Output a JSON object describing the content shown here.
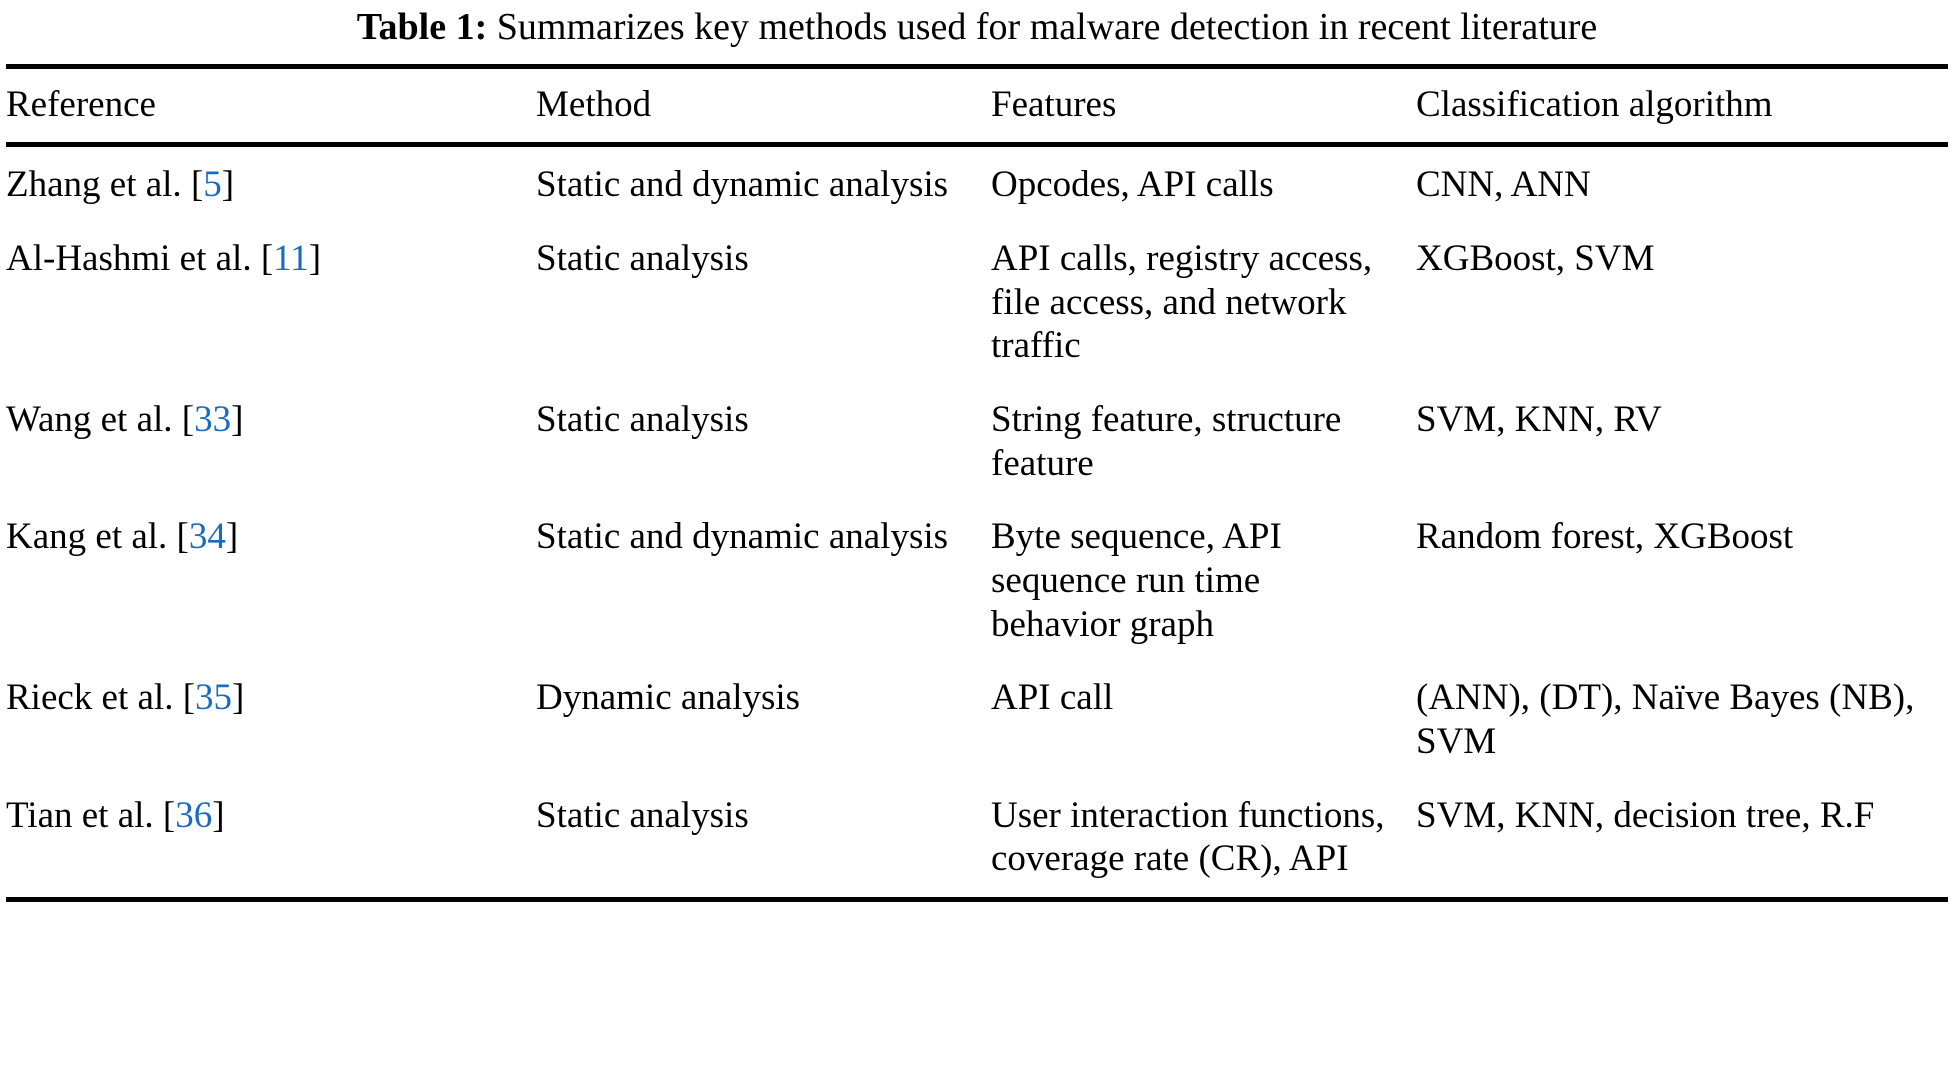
{
  "caption": {
    "label": "Table 1:",
    "text": "Summarizes key methods used for malware detection in recent literature"
  },
  "colors": {
    "citation_link": "#1a6bbf",
    "text": "#000000",
    "rule": "#000000",
    "background": "#ffffff"
  },
  "table": {
    "headers": [
      {
        "label": "Reference"
      },
      {
        "label": "Method"
      },
      {
        "label": "Features"
      },
      {
        "label": "Classification algorithm"
      }
    ],
    "rows": [
      {
        "reference_author": "Zhang et al. ",
        "reference_bracket_open": "[",
        "reference_cite": "5",
        "reference_bracket_close": "]",
        "method": "Static and dynamic analysis",
        "features": "Opcodes, API calls",
        "classification": "CNN, ANN"
      },
      {
        "reference_author": "Al-Hashmi et al. ",
        "reference_bracket_open": "[",
        "reference_cite": "11",
        "reference_bracket_close": "]",
        "method": "Static analysis",
        "features": "API calls, registry access, file access, and network traffic",
        "classification": "XGBoost, SVM"
      },
      {
        "reference_author": "Wang et al. ",
        "reference_bracket_open": "[",
        "reference_cite": "33",
        "reference_bracket_close": "]",
        "method": "Static analysis",
        "features": "String feature, structure feature",
        "classification": "SVM, KNN, RV"
      },
      {
        "reference_author": "Kang et al. ",
        "reference_bracket_open": "[",
        "reference_cite": "34",
        "reference_bracket_close": "]",
        "method": "Static and dynamic analysis",
        "features": "Byte sequence, API sequence run time behavior graph",
        "classification": "Random forest, XGBoost"
      },
      {
        "reference_author": "Rieck et al. ",
        "reference_bracket_open": "[",
        "reference_cite": "35",
        "reference_bracket_close": "]",
        "method": "Dynamic analysis",
        "features": "API call",
        "classification": "(ANN), (DT), Naïve Bayes (NB), SVM"
      },
      {
        "reference_author": "Tian et al. ",
        "reference_bracket_open": "[",
        "reference_cite": "36",
        "reference_bracket_close": "]",
        "method": "Static analysis",
        "features": "User interaction functions, coverage rate (CR), API",
        "classification": "SVM, KNN, decision tree, R.F"
      }
    ]
  }
}
